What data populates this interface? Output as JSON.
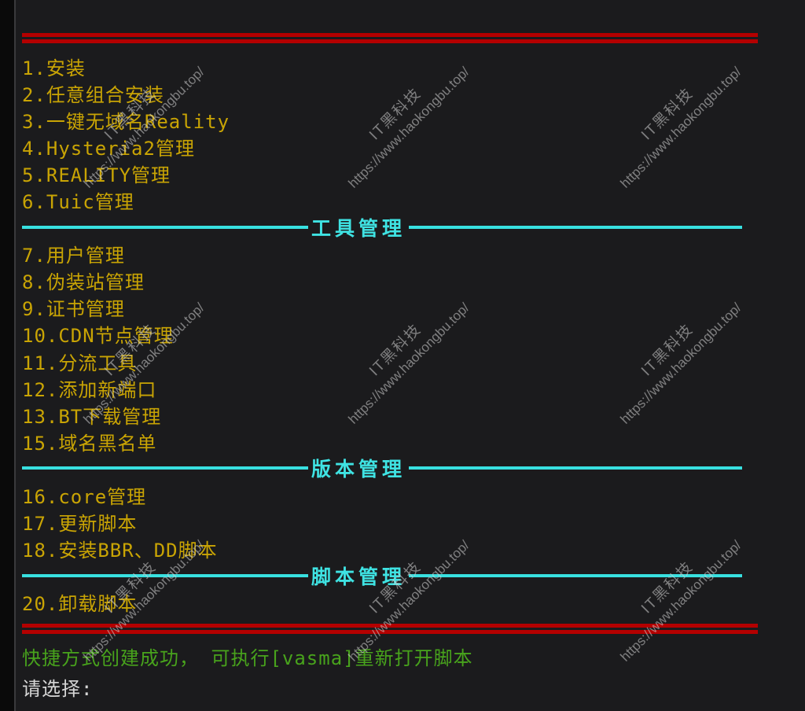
{
  "menu": {
    "items_top": [
      "1.安装",
      "2.任意组合安装",
      "3.一键无域名Reality",
      "4.Hysteria2管理",
      "5.REALITY管理",
      "6.Tuic管理"
    ],
    "sections": [
      {
        "title": "工具管理",
        "items": [
          "7.用户管理",
          "8.伪装站管理",
          "9.证书管理",
          "10.CDN节点管理",
          "11.分流工具",
          "12.添加新端口",
          "13.BT下载管理",
          "15.域名黑名单"
        ]
      },
      {
        "title": "版本管理",
        "items": [
          "16.core管理",
          "17.更新脚本",
          "18.安装BBR、DD脚本"
        ]
      },
      {
        "title": "脚本管理",
        "items": [
          "20.卸载脚本"
        ]
      }
    ]
  },
  "messages": {
    "shortcut_created": "快捷方式创建成功， 可执行[vasma]重新打开脚本",
    "prompt": "请选择:"
  },
  "watermark": {
    "brand": "IT黑科技",
    "url": "https://www.haokongbu.top/"
  },
  "colors": {
    "background": "#1b1b1d",
    "menu_item": "#c9a404",
    "section_divider": "#38e0e0",
    "red_divider": "#b40000",
    "success_text": "#48a31c",
    "prompt_text": "#d6d6d6"
  }
}
